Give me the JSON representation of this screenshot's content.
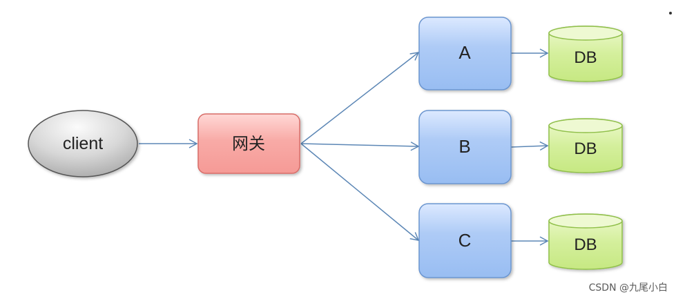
{
  "diagram": {
    "nodes": {
      "client": {
        "label": "client",
        "shape": "ellipse",
        "color": "#c8c8c8"
      },
      "gateway": {
        "label": "网关",
        "shape": "rounded-rect",
        "color": "#f7a9a6"
      },
      "services": [
        {
          "id": "A",
          "label": "A",
          "color": "#a9c8f4"
        },
        {
          "id": "B",
          "label": "B",
          "color": "#a9c8f4"
        },
        {
          "id": "C",
          "label": "C",
          "color": "#a9c8f4"
        }
      ],
      "databases": [
        {
          "label": "DB",
          "color": "#d4ef9c"
        },
        {
          "label": "DB",
          "color": "#d4ef9c"
        },
        {
          "label": "DB",
          "color": "#d4ef9c"
        }
      ]
    },
    "edges": [
      {
        "from": "client",
        "to": "gateway"
      },
      {
        "from": "gateway",
        "to": "A"
      },
      {
        "from": "gateway",
        "to": "B"
      },
      {
        "from": "gateway",
        "to": "C"
      },
      {
        "from": "A",
        "to": "DB"
      },
      {
        "from": "B",
        "to": "DB"
      },
      {
        "from": "C",
        "to": "DB"
      }
    ],
    "edge_color": "#5b86b5"
  },
  "watermark": "CSDN @九尾小白"
}
